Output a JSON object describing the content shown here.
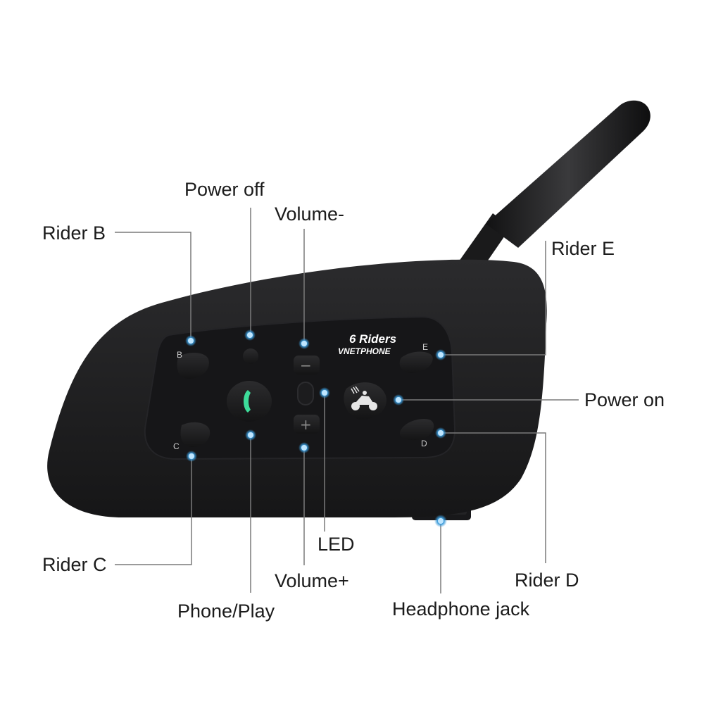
{
  "brand": {
    "model_badge": "6 Riders",
    "name": "VNETPHONE"
  },
  "button_letters": {
    "b": "B",
    "c": "C",
    "d": "D",
    "e": "E"
  },
  "volume_symbols": {
    "minus": "−",
    "plus": "+"
  },
  "callouts": {
    "power_off": "Power off",
    "volume_minus": "Volume-",
    "rider_b": "Rider B",
    "rider_e": "Rider E",
    "power_on": "Power on",
    "led": "LED",
    "rider_c": "Rider C",
    "volume_plus": "Volume+",
    "rider_d": "Rider D",
    "phone_play": "Phone/Play",
    "headphone_jack": "Headphone jack"
  },
  "colors": {
    "device_body": "#1f1f21",
    "panel": "#161618",
    "marker": "#3b9ad9",
    "line": "#7a7a7a",
    "accent_red": "#e0412c",
    "phone_icon": "#3ddc9a"
  },
  "icons": {
    "phone": "phone-icon",
    "motorcycle": "motorcycle-icon"
  }
}
